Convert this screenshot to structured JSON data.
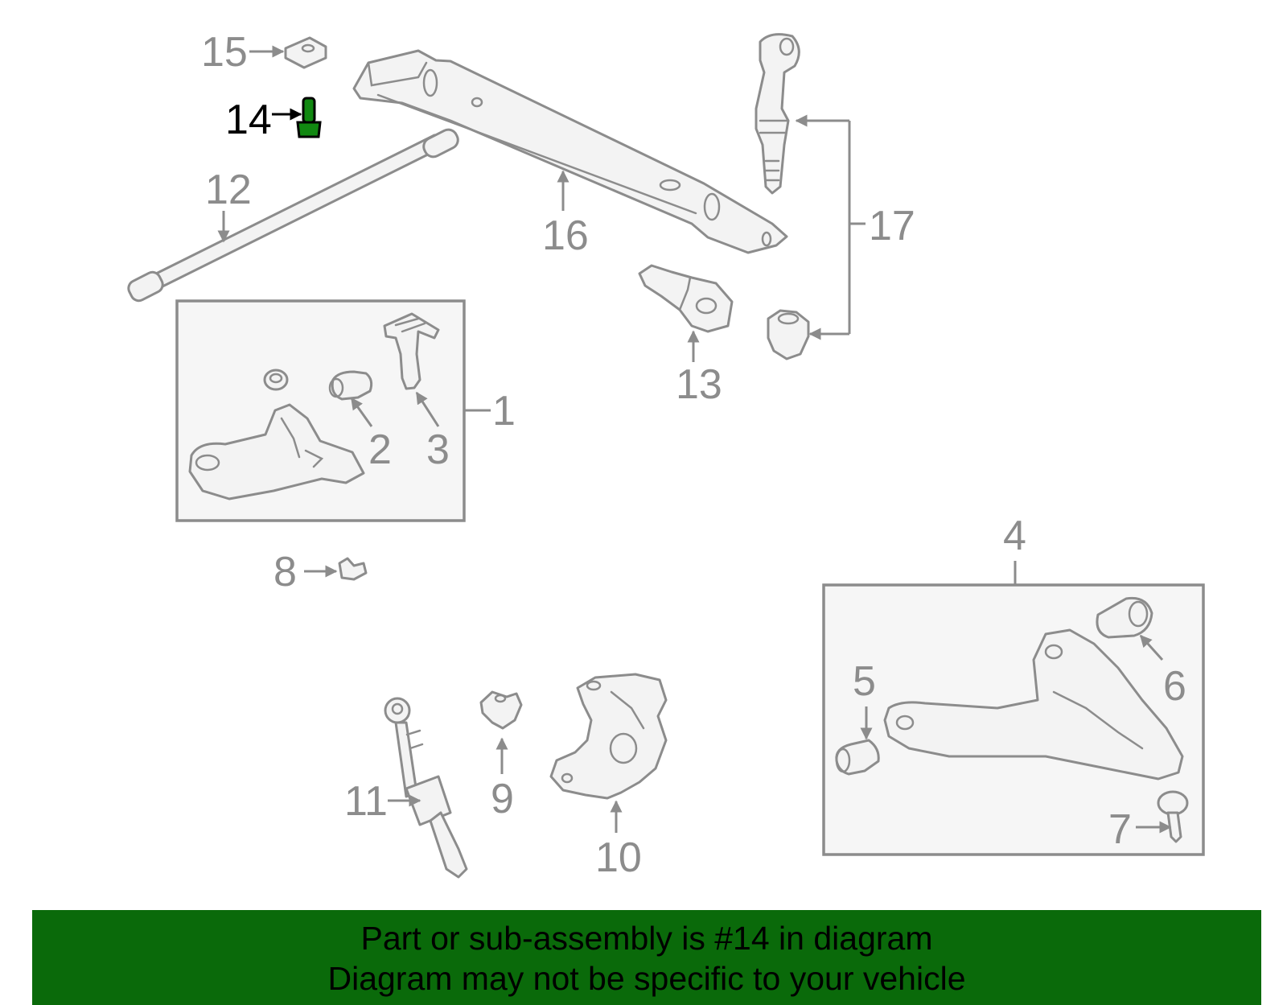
{
  "callouts": {
    "c1": "1",
    "c2": "2",
    "c3": "3",
    "c4": "4",
    "c5": "5",
    "c6": "6",
    "c7": "7",
    "c8": "8",
    "c9": "9",
    "c10": "10",
    "c11": "11",
    "c12": "12",
    "c13": "13",
    "c14": "14",
    "c15": "15",
    "c16": "16",
    "c17": "17"
  },
  "highlighted_part": "14",
  "colors": {
    "line": "#8c8c8c",
    "highlight_part": "#118811",
    "banner_background": "#0a6a0a"
  },
  "banner": {
    "line1": "Part or sub-assembly is #14 in diagram",
    "line2": "Diagram may not be specific to your vehicle"
  }
}
